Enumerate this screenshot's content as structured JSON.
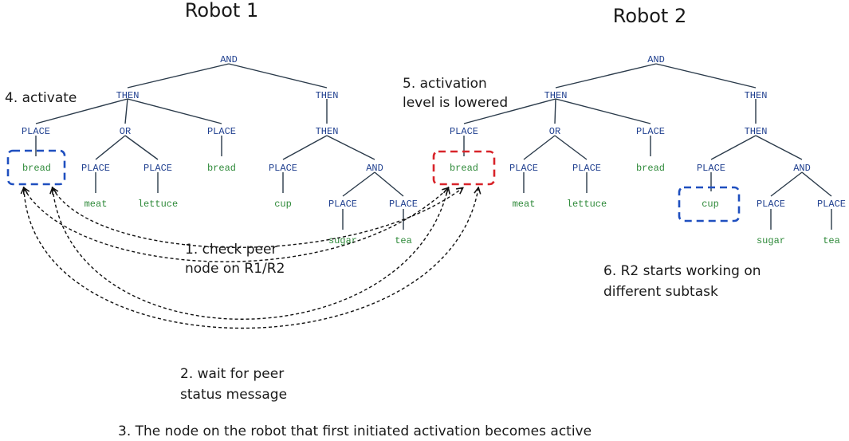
{
  "robot1": {
    "title": "Robot 1",
    "nodes": {
      "and": "AND",
      "then_left": "THEN",
      "then_right": "THEN",
      "place_a": "PLACE",
      "or": "OR",
      "place_b": "PLACE",
      "then_inner": "THEN",
      "bread_a": "bread",
      "place_or1": "PLACE",
      "place_or2": "PLACE",
      "bread_b": "bread",
      "place_cup": "PLACE",
      "and_inner": "AND",
      "meat": "meat",
      "lettuce": "lettuce",
      "cup": "cup",
      "place_sugar": "PLACE",
      "place_tea": "PLACE",
      "sugar": "sugar",
      "tea": "tea"
    }
  },
  "robot2": {
    "title": "Robot 2",
    "nodes": {
      "and": "AND",
      "then_left": "THEN",
      "then_right": "THEN",
      "place_a": "PLACE",
      "or": "OR",
      "place_b": "PLACE",
      "then_inner": "THEN",
      "bread_a": "bread",
      "place_or1": "PLACE",
      "place_or2": "PLACE",
      "bread_b": "bread",
      "place_cup": "PLACE",
      "and_inner": "AND",
      "meat": "meat",
      "lettuce": "lettuce",
      "cup": "cup",
      "place_sugar": "PLACE",
      "place_tea": "PLACE",
      "sugar": "sugar",
      "tea": "tea"
    }
  },
  "annotations": {
    "step4": "4. activate",
    "step5_line1": "5. activation",
    "step5_line2": "level is lowered",
    "step1_line1": "1. check peer",
    "step1_line2": "node on R1/R2",
    "step2_line1": "2. wait for peer",
    "step2_line2": "status message",
    "step6_line1": "6. R2 starts working on",
    "step6_line2": "different subtask",
    "step3": "3. The node on the robot that first initiated activation becomes active"
  },
  "colors": {
    "operator_text": "#1f3f8f",
    "leaf_text": "#2f8a3a",
    "active_box": "#1f4fbf",
    "lowered_box": "#d8242a"
  }
}
